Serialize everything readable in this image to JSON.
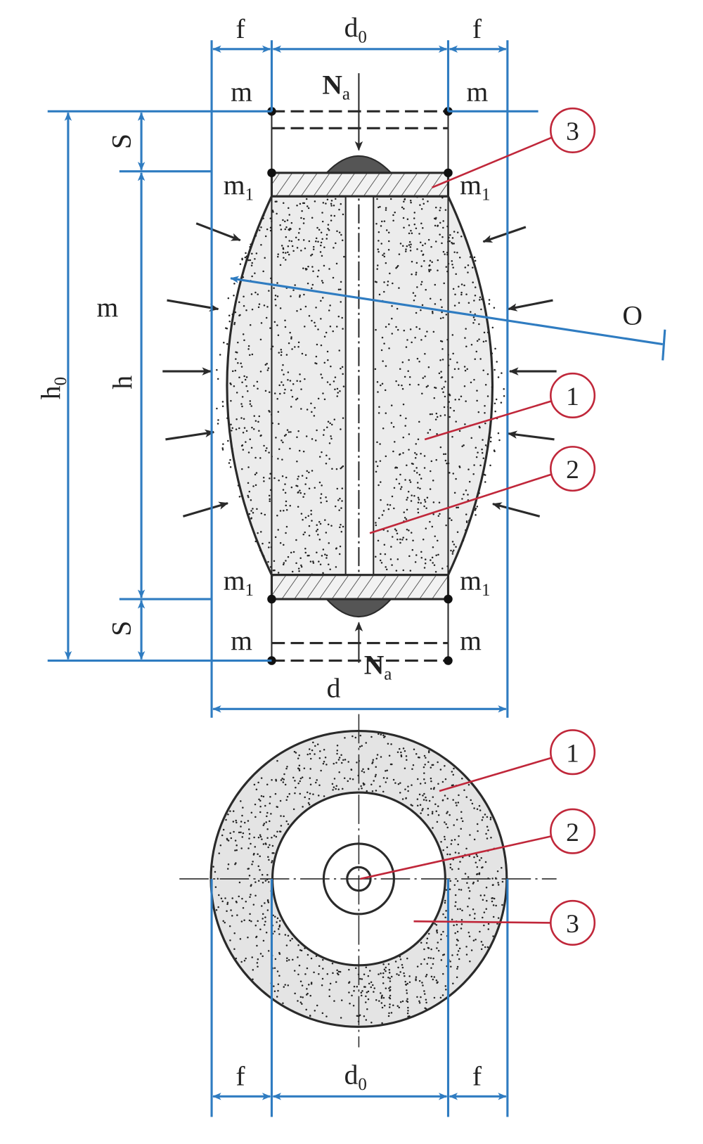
{
  "labels": {
    "f": "f",
    "d0_main": "d",
    "d0_sub": "0",
    "m": "m",
    "m1_main": "m",
    "m1_sub": "1",
    "Na_main": "N",
    "Na_sub": "a",
    "S": "S",
    "h": "h",
    "h0_main": "h",
    "h0_sub": "0",
    "d": "d",
    "O": "O"
  },
  "callouts": {
    "c1": "1",
    "c2": "2",
    "c3": "3"
  },
  "colors": {
    "dimension": "#2f7cc1",
    "callout": "#c0273a",
    "material": "#ebebeb",
    "outline": "#2a2a2a"
  }
}
